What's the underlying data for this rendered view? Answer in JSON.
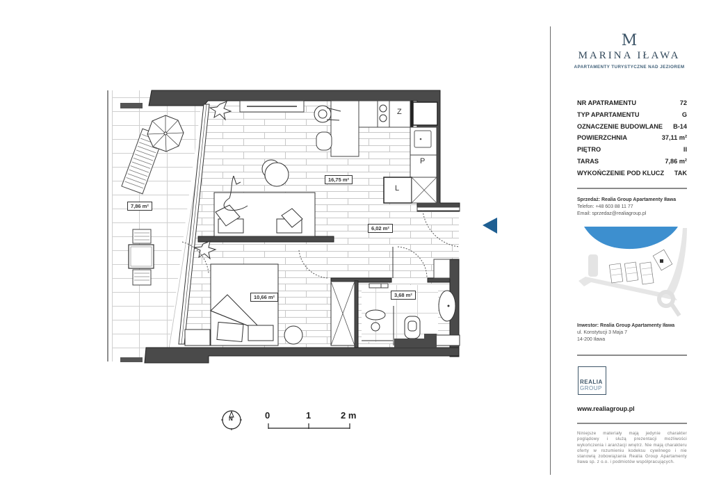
{
  "brand": {
    "monogram": "M",
    "name": "MARINA IŁAWA",
    "tagline": "APARTAMENTY TURYSTYCZNE NAD JEZIOREM",
    "color": "#3d5568"
  },
  "specs": [
    {
      "label": "NR APATRAMENTU",
      "value": "72"
    },
    {
      "label": "TYP APARTAMENTU",
      "value": "G"
    },
    {
      "label": "OZNACZENIE BUDOWLANE",
      "value": "B-14"
    },
    {
      "label": "POWIERZCHNIA",
      "value": "37,11 m²"
    },
    {
      "label": "PIĘTRO",
      "value": "II"
    },
    {
      "label": "TARAS",
      "value": "7,86 m²"
    },
    {
      "label": "WYKOŃCZENIE POD KLUCZ",
      "value": "TAK"
    }
  ],
  "sales": {
    "title": "Sprzedaż: Realia Group Apartamenty Iława",
    "phone": "Telefon: +48 603 88 11 77",
    "email": "Email: sprzedaz@realiagroup.pl"
  },
  "investor": {
    "title": "Inwestor: Realia Group Apartamenty Iława",
    "street": "ul. Konstytucji 3 Maja 7",
    "city": "14-200 Iława"
  },
  "logo": {
    "line1": "REALIA",
    "line2": "GROUP"
  },
  "website": "www.realiagroup.pl",
  "disclaimer": "Niniejsze materiały mają jedynie charakter poglądowy i służą prezentacji możliwości wykończenia i aranżacji wnętrz. Nie mają charakteru oferty w rozumieniu kodeksu cywilnego i nie stanowią zobowiązania Realia Group Apartamenty Iława sp. z o.o. i podmiotów współpracujących.",
  "plan": {
    "rooms": [
      {
        "name": "terrace",
        "area": "7,86 m²"
      },
      {
        "name": "living-kitchen",
        "area": "16,75 m²"
      },
      {
        "name": "hall",
        "area": "6,02 m²"
      },
      {
        "name": "bedroom",
        "area": "10,66 m²"
      },
      {
        "name": "bathroom",
        "area": "3,68 m²"
      }
    ],
    "fixtures": {
      "fridge": "Z",
      "dishwasher": "P",
      "washer": "L"
    },
    "entrance_marker_color": "#1f5f92",
    "compass": "N",
    "scale": {
      "ticks": [
        "0",
        "1",
        "2 m"
      ]
    }
  }
}
